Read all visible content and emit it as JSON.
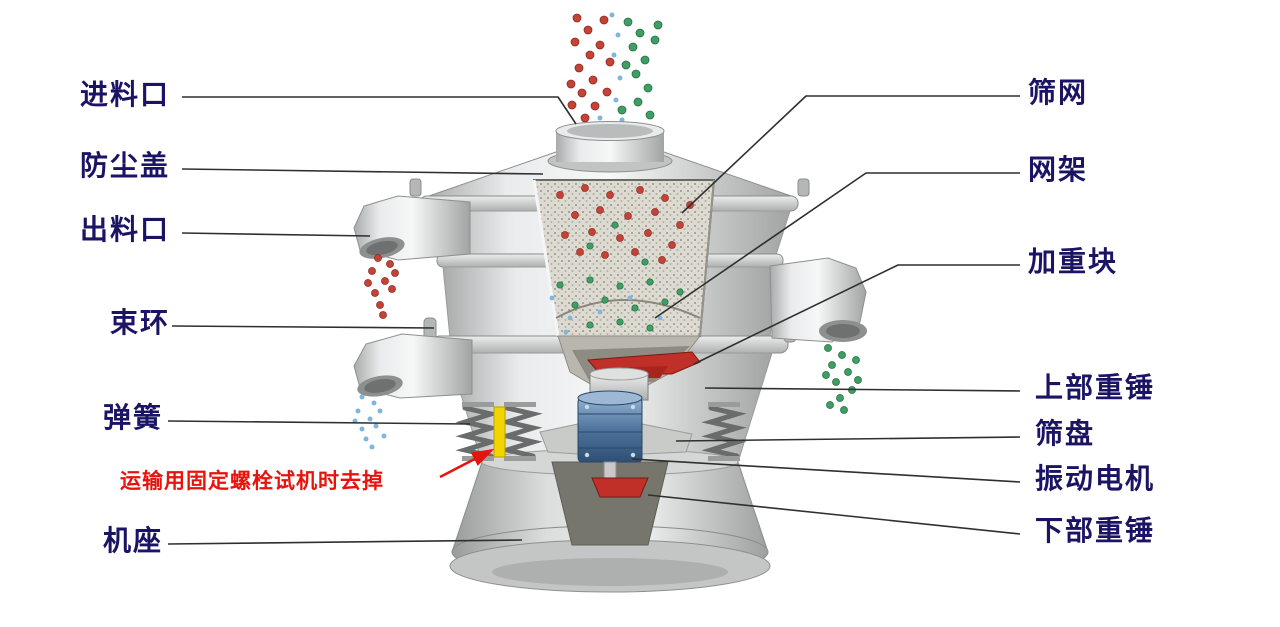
{
  "diagram": {
    "labels": {
      "left": [
        {
          "id": "feed-inlet",
          "text": "进料口"
        },
        {
          "id": "dust-cover",
          "text": "防尘盖"
        },
        {
          "id": "discharge-outlet",
          "text": "出料口"
        },
        {
          "id": "clamp-ring",
          "text": "束环"
        },
        {
          "id": "spring",
          "text": "弹簧"
        },
        {
          "id": "base",
          "text": "机座"
        }
      ],
      "right": [
        {
          "id": "screen-mesh",
          "text": "筛网"
        },
        {
          "id": "mesh-frame",
          "text": "网架"
        },
        {
          "id": "weight-block",
          "text": "加重块"
        },
        {
          "id": "upper-hammer",
          "text": "上部重锤"
        },
        {
          "id": "sieve-tray",
          "text": "筛盘"
        },
        {
          "id": "vibration-motor",
          "text": "振动电机"
        },
        {
          "id": "lower-hammer",
          "text": "下部重锤"
        }
      ],
      "warning": {
        "id": "transport-bolt-note",
        "text": "运输用固定螺栓试机时去掉"
      }
    },
    "colors": {
      "label_text": "#1b1464",
      "warning_text": "#e8130c",
      "leader_line": "#2f2f2f",
      "particle_red": "#c54336",
      "particle_green": "#3f9e63",
      "particle_blue": "#7fb6d9",
      "bolt_highlight": "#f2d500",
      "motor_blue": "#4e739c",
      "hammer_red": "#c03028",
      "metal_light": "#ececec",
      "metal_dark": "#a8aaaa"
    }
  }
}
